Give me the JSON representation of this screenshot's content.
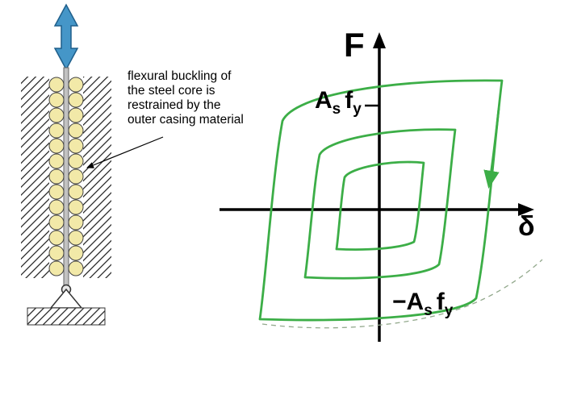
{
  "left_figure": {
    "annotation": {
      "lines": [
        "flexural buckling of",
        "the steel core is",
        "restrained by the",
        "outer casing material"
      ]
    },
    "colors": {
      "arrow_blue": "#4596c8",
      "circle_fill": "#f2e9a8",
      "core_gray": "#c2c2c2"
    }
  },
  "graph": {
    "y_axis_label": "F",
    "x_axis_label": "δ",
    "pos_yield": {
      "main1": "A",
      "sub1": "s",
      "main2": "f",
      "sub2": "y"
    },
    "neg_yield": {
      "minus": "−",
      "main1": "A",
      "sub1": "s",
      "main2": "f",
      "sub2": "y"
    },
    "curve_color": "#3cae47",
    "backbone_color": "#93a98d"
  }
}
